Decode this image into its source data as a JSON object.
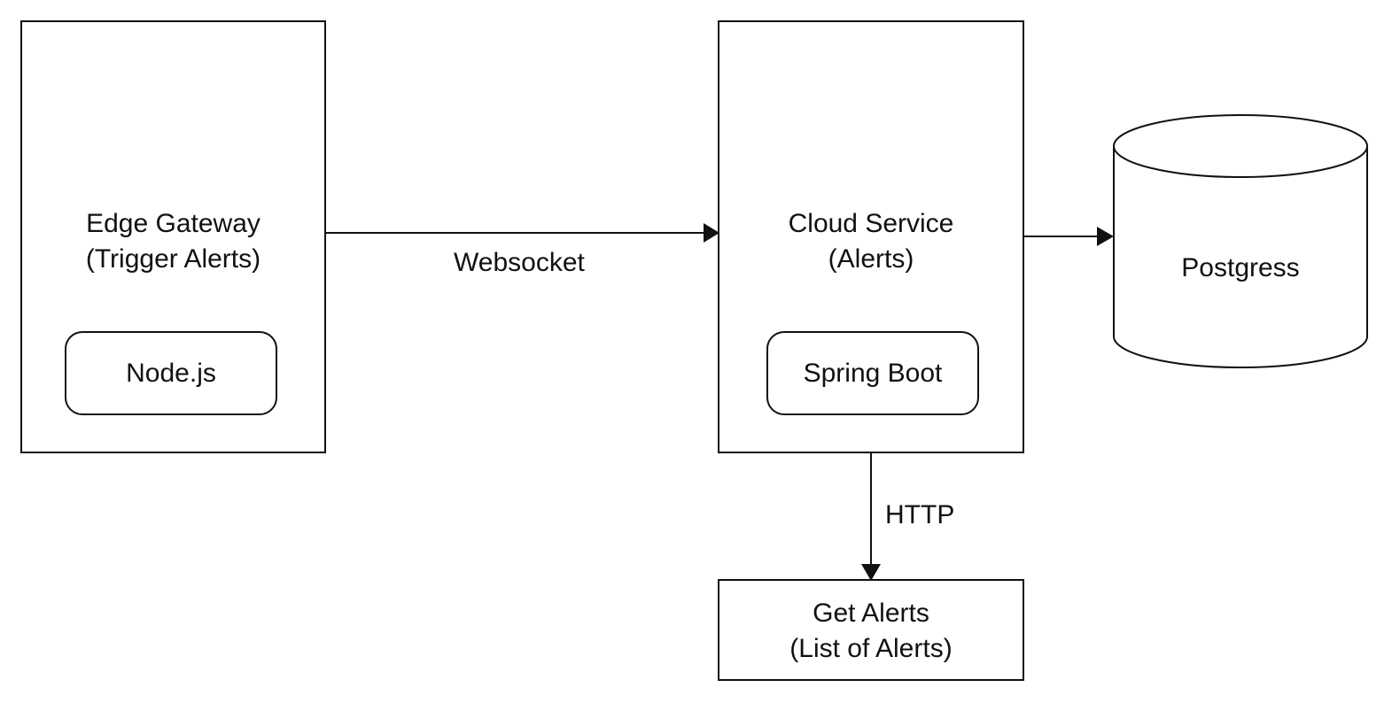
{
  "nodes": {
    "edge_gateway": {
      "title_line1": "Edge Gateway",
      "title_line2": "(Trigger Alerts)",
      "component": "Node.js"
    },
    "cloud_service": {
      "title_line1": "Cloud Service",
      "title_line2": "(Alerts)",
      "component": "Spring Boot"
    },
    "database": {
      "label": "Postgress"
    },
    "get_alerts": {
      "title_line1": "Get Alerts",
      "title_line2": "(List of Alerts)"
    }
  },
  "edges": {
    "gateway_to_cloud": "Websocket",
    "cloud_to_get_alerts": "HTTP"
  },
  "colors": {
    "stroke": "#111111",
    "background": "#ffffff"
  }
}
